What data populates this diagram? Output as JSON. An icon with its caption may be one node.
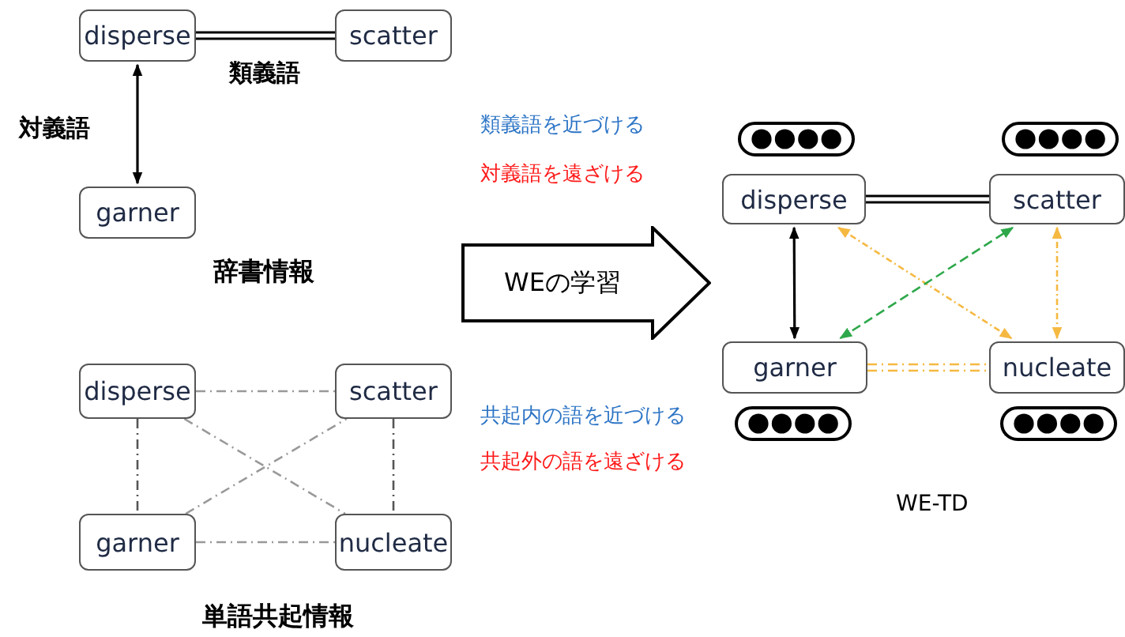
{
  "diagram": {
    "nodes": [
      {
        "text": [
          "disperse"
        ]
      },
      {
        "text": [
          "scatter"
        ]
      },
      {
        "text": [
          "garner"
        ]
      },
      {
        "text": [
          "disperse"
        ]
      },
      {
        "text": [
          "scatter"
        ]
      },
      {
        "text": [
          "garner"
        ]
      },
      {
        "text": [
          "nucleate"
        ]
      },
      {
        "text": [
          "WEの学習"
        ]
      },
      {
        "text": [
          "disperse"
        ]
      },
      {
        "text": [
          "scatter"
        ]
      },
      {
        "text": [
          "garner"
        ]
      },
      {
        "text": [
          "nucleate"
        ]
      }
    ],
    "edges": [
      {
        "from": 0,
        "to": 1,
        "arrow": "none",
        "label": "類義語"
      },
      {
        "from": 0,
        "to": 2,
        "arrow": "both",
        "label": "対義語"
      },
      {
        "from": 3,
        "to": 4,
        "arrow": "none",
        "style": "dashed",
        "color": "#999999"
      },
      {
        "from": 3,
        "to": 5,
        "arrow": "none",
        "style": "dashed",
        "color": "#555555"
      },
      {
        "from": 3,
        "to": 6,
        "arrow": "none",
        "style": "dashed",
        "color": "#999999"
      },
      {
        "from": 5,
        "to": 4,
        "arrow": "none",
        "style": "dashed",
        "color": "#999999"
      },
      {
        "from": 4,
        "to": 6,
        "arrow": "none",
        "style": "dashed",
        "color": "#555555"
      },
      {
        "from": 5,
        "to": 6,
        "arrow": "none",
        "style": "dashed",
        "color": "#999999"
      },
      {
        "from": 8,
        "to": 9,
        "arrow": "none"
      },
      {
        "from": 8,
        "to": 10,
        "arrow": "both"
      },
      {
        "from": 8,
        "to": 11,
        "arrow": "both",
        "style": "dashed",
        "color": "#f5b942"
      },
      {
        "from": 10,
        "to": 9,
        "arrow": "both",
        "style": "dashed",
        "color": "#2ea84a"
      },
      {
        "from": 9,
        "to": 11,
        "arrow": "both",
        "style": "dashed",
        "color": "#f5b942"
      },
      {
        "from": 10,
        "to": 11,
        "arrow": "none",
        "style": "dashed",
        "color": "#f5b942"
      }
    ],
    "labels": [
      "辞書情報",
      "類義語を近づける",
      "対義語を遠ざける",
      "共起内の語を近づける",
      "共起外の語を遠ざける",
      "単語共起情報",
      "WE-TD"
    ]
  }
}
